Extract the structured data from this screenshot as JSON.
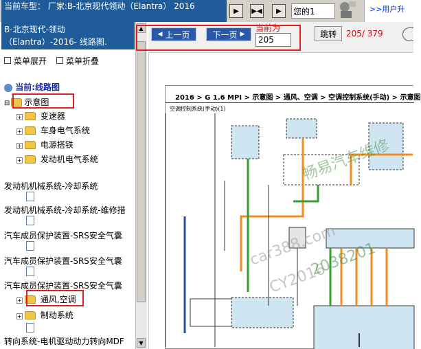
{
  "top": {
    "car_label": "当前车型： 厂家:B-北京现代领动（Elantra） 2016",
    "greeting": "您的1",
    "user_center": ">>用户升"
  },
  "left": {
    "title_line1": "B-北京现代-领动",
    "title_line2": "（Elantra）-2016- 线路图.",
    "expand_menu": "菜单展开",
    "collapse_menu": "菜单折叠",
    "current_label": "当前:线路图",
    "tree": [
      {
        "label": "示意图",
        "kind": "folder"
      },
      {
        "label": "变速器",
        "kind": "folder"
      },
      {
        "label": "车身电气系统",
        "kind": "folder"
      },
      {
        "label": "电源搭铁",
        "kind": "folder"
      },
      {
        "label": "发动机电气系统",
        "kind": "folder"
      },
      {
        "label": "发动机机械系统-冷却系统",
        "kind": "text"
      },
      {
        "label": "发动机机械系统-冷却系统-维修措",
        "kind": "text"
      },
      {
        "label": "汽车成员保护装置-SRS安全气囊",
        "kind": "text"
      },
      {
        "label": "汽车成员保护装置-SRS安全气囊",
        "kind": "text"
      },
      {
        "label": "汽车成员保护装置-SRS安全气囊",
        "kind": "text"
      },
      {
        "label": "通风,空调",
        "kind": "folder"
      },
      {
        "label": "制动系统",
        "kind": "folder"
      },
      {
        "label": "转向系统-电机驱动动力转向MDF",
        "kind": "text"
      }
    ]
  },
  "toolbar": {
    "prev_label": "上一页",
    "next_label": "下一页",
    "current_label": "当前为",
    "page_value": "205",
    "jump_label": "跳转",
    "page_count": "205/ 379"
  },
  "document": {
    "header": "2016 > G 1.6 MPI > 示意图 > 通风、空调 > 空调控制系统(手动) > 示意图",
    "subtitle": "空调控制系统(手动)(1)",
    "watermark_1": "畅易汽车维修",
    "watermark_2": "car388.com",
    "watermark_3": "CY2016",
    "watermark_4": "2038201"
  },
  "colors": {
    "blue_bar": "#1f5c99",
    "red_highlight": "#e02020",
    "wire_orange": "#f28c1c",
    "wire_green": "#33a030",
    "wire_blue": "#2c4e9c"
  }
}
